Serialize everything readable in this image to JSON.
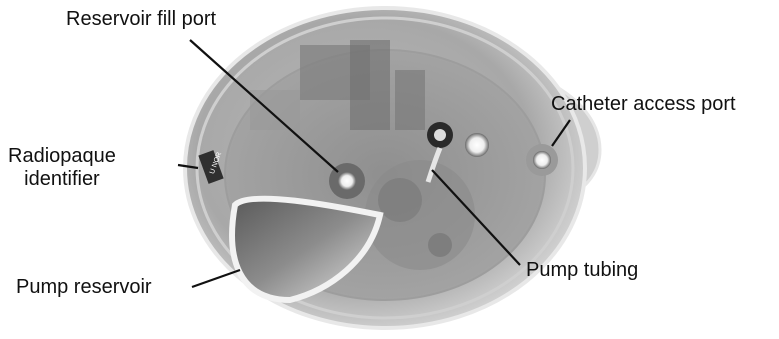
{
  "labels": {
    "reservoir_fill_port": "Reservoir fill port",
    "catheter_access_port": "Catheter access port",
    "radiopaque_identifier_line1": "Radiopaque",
    "radiopaque_identifier_line2": "identifier",
    "pump_reservoir": "Pump reservoir",
    "pump_tubing": "Pump tubing"
  },
  "identifier_marker": "U NOR",
  "colors": {
    "line": "#111111",
    "device_body": "#c9c9c9",
    "device_dark": "#7d7d7d"
  }
}
